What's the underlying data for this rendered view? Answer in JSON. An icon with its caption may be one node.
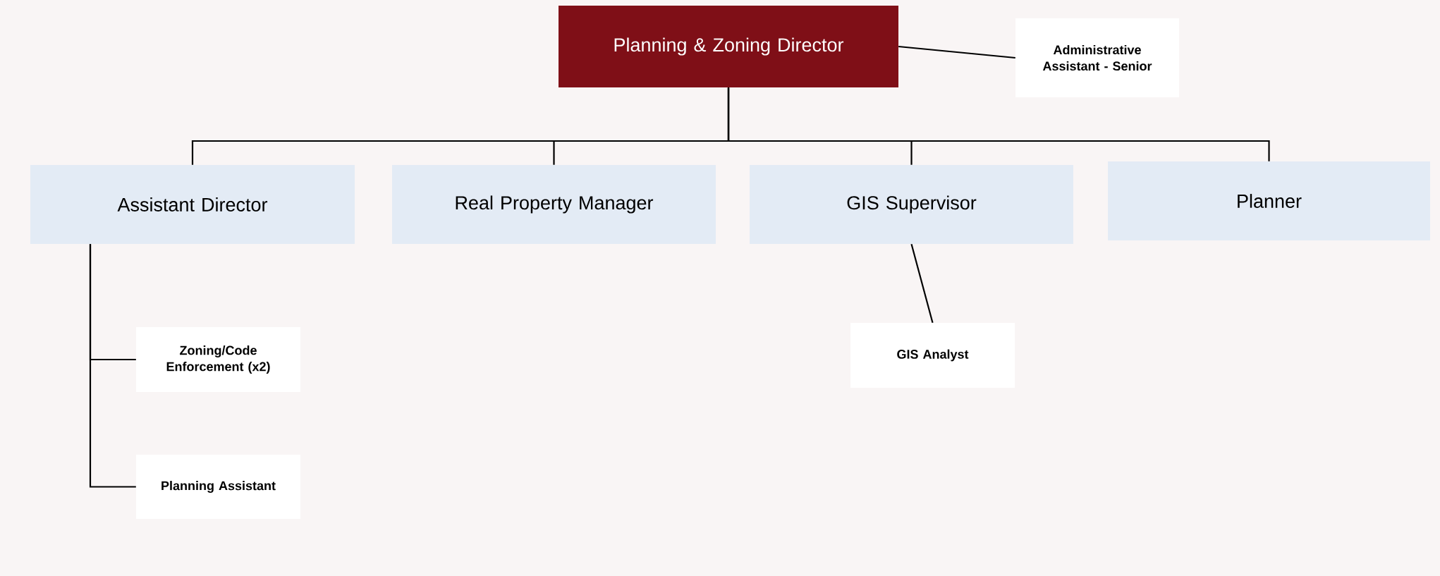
{
  "diagram": {
    "nodes": [
      {
        "text": [
          "Planning & Zoning Director"
        ]
      },
      {
        "text": [
          "Administrative Assistant - Senior"
        ]
      },
      {
        "text": [
          "Assistant Director"
        ]
      },
      {
        "text": [
          "Real Property Manager"
        ]
      },
      {
        "text": [
          "GIS Supervisor"
        ]
      },
      {
        "text": [
          "Planner"
        ]
      },
      {
        "text": [
          "Zoning/Code Enforcement (x2)"
        ]
      },
      {
        "text": [
          "Planning Assistant"
        ]
      },
      {
        "text": [
          "GIS Analyst"
        ]
      }
    ],
    "edges": [
      {
        "from": 0,
        "to": 1,
        "arrow": "none"
      },
      {
        "from": 0,
        "to": 2,
        "arrow": "none"
      },
      {
        "from": 0,
        "to": 3,
        "arrow": "none"
      },
      {
        "from": 0,
        "to": 4,
        "arrow": "none"
      },
      {
        "from": 0,
        "to": 5,
        "arrow": "none"
      },
      {
        "from": 2,
        "to": 6,
        "arrow": "none"
      },
      {
        "from": 2,
        "to": 7,
        "arrow": "none"
      },
      {
        "from": 4,
        "to": 8,
        "arrow": "none"
      }
    ]
  }
}
